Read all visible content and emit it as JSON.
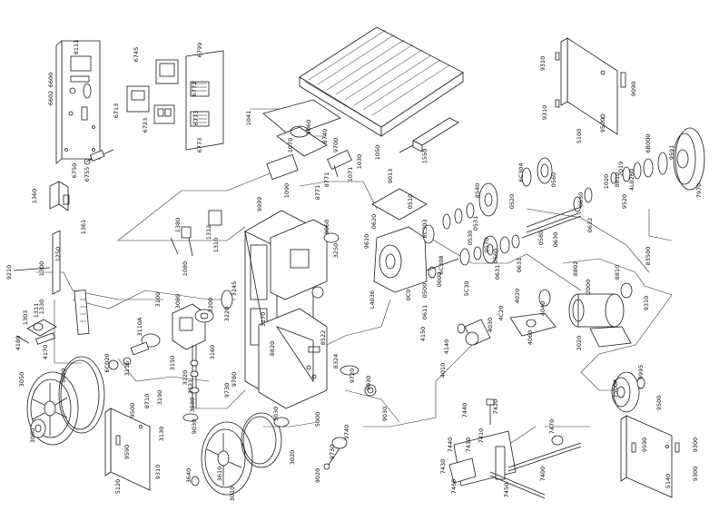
{
  "diagram": {
    "part_labels": [
      "8111",
      "6600",
      "6602",
      "6745",
      "6799",
      "6713",
      "6772",
      "6723",
      "6773",
      "6773",
      "6750",
      "6755",
      "1050",
      "1041",
      "1070",
      "1060",
      "8740",
      "9700",
      "1030",
      "1090",
      "8771",
      "8771",
      "1071",
      "9013",
      "1550",
      "9310",
      "9090",
      "9310",
      "9500",
      "5100",
      "7970",
      "9591",
      "6B000",
      "9520",
      "4L0260",
      "8610",
      "1020",
      "2019",
      "0630",
      "0632",
      "0580",
      "6C304",
      "0520",
      "0560",
      "8540",
      "0510",
      "0531",
      "0530",
      "6C303",
      "0630",
      "0620",
      "9610",
      "9060",
      "3250",
      "0570",
      "0631",
      "0560",
      "0631",
      "0600",
      "6C308",
      "0500",
      "5C30",
      "0611",
      "L4036",
      "0C0",
      "1360",
      "1361",
      "1250",
      "9210",
      "1300",
      "1330",
      "1380",
      "1310",
      "1312",
      "1080",
      "9999",
      "1311",
      "1303",
      "4180",
      "4170",
      "3100",
      "3080",
      "3110A",
      "3116",
      "3150",
      "3121",
      "3180",
      "9030",
      "3190",
      "8710",
      "3120",
      "3160",
      "3200",
      "3245",
      "3220",
      "3170",
      "3050",
      "3020",
      "3060",
      "9500",
      "3130",
      "9590",
      "9310",
      "5120",
      "6C020",
      "8820",
      "8522",
      "9780",
      "9730",
      "8324",
      "9720",
      "9030",
      "9030",
      "5000",
      "9740",
      "9730",
      "3610",
      "3640",
      "3030",
      "3020",
      "9020",
      "3010",
      "83500",
      "8802",
      "8810",
      "9310",
      "2000",
      "2020",
      "4020",
      "4060",
      "4C20",
      "4010",
      "4150",
      "4140",
      "4040",
      "4030",
      "7440",
      "7420",
      "7410",
      "7440",
      "7460",
      "7450",
      "7430",
      "7410",
      "7400",
      "7470",
      "7500A",
      "9995",
      "9500",
      "9590",
      "9300",
      "9300",
      "5140"
    ]
  }
}
